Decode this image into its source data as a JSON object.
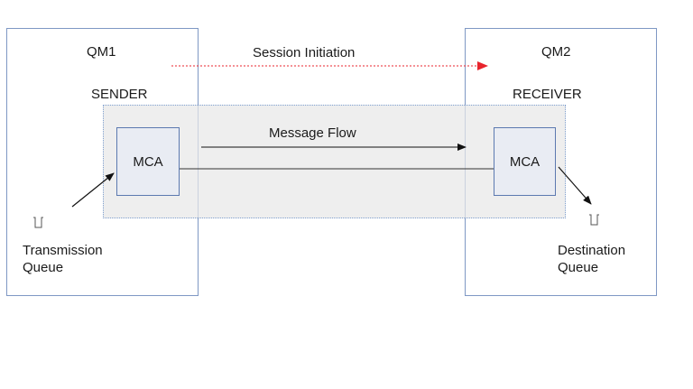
{
  "qm1": {
    "name": "QM1",
    "role": "SENDER"
  },
  "qm2": {
    "name": "QM2",
    "role": "RECEIVER"
  },
  "session_initiation_label": "Session Initiation",
  "message_flow_label": "Message Flow",
  "mca_label": "MCA",
  "transmission_queue_label": "Transmission\nQueue",
  "destination_queue_label": "Destination\nQueue",
  "colors": {
    "box_border": "#7f98c4",
    "channel_fill": "#e8e8e8",
    "session_arrow": "#e8242c",
    "arrow": "#111111"
  }
}
